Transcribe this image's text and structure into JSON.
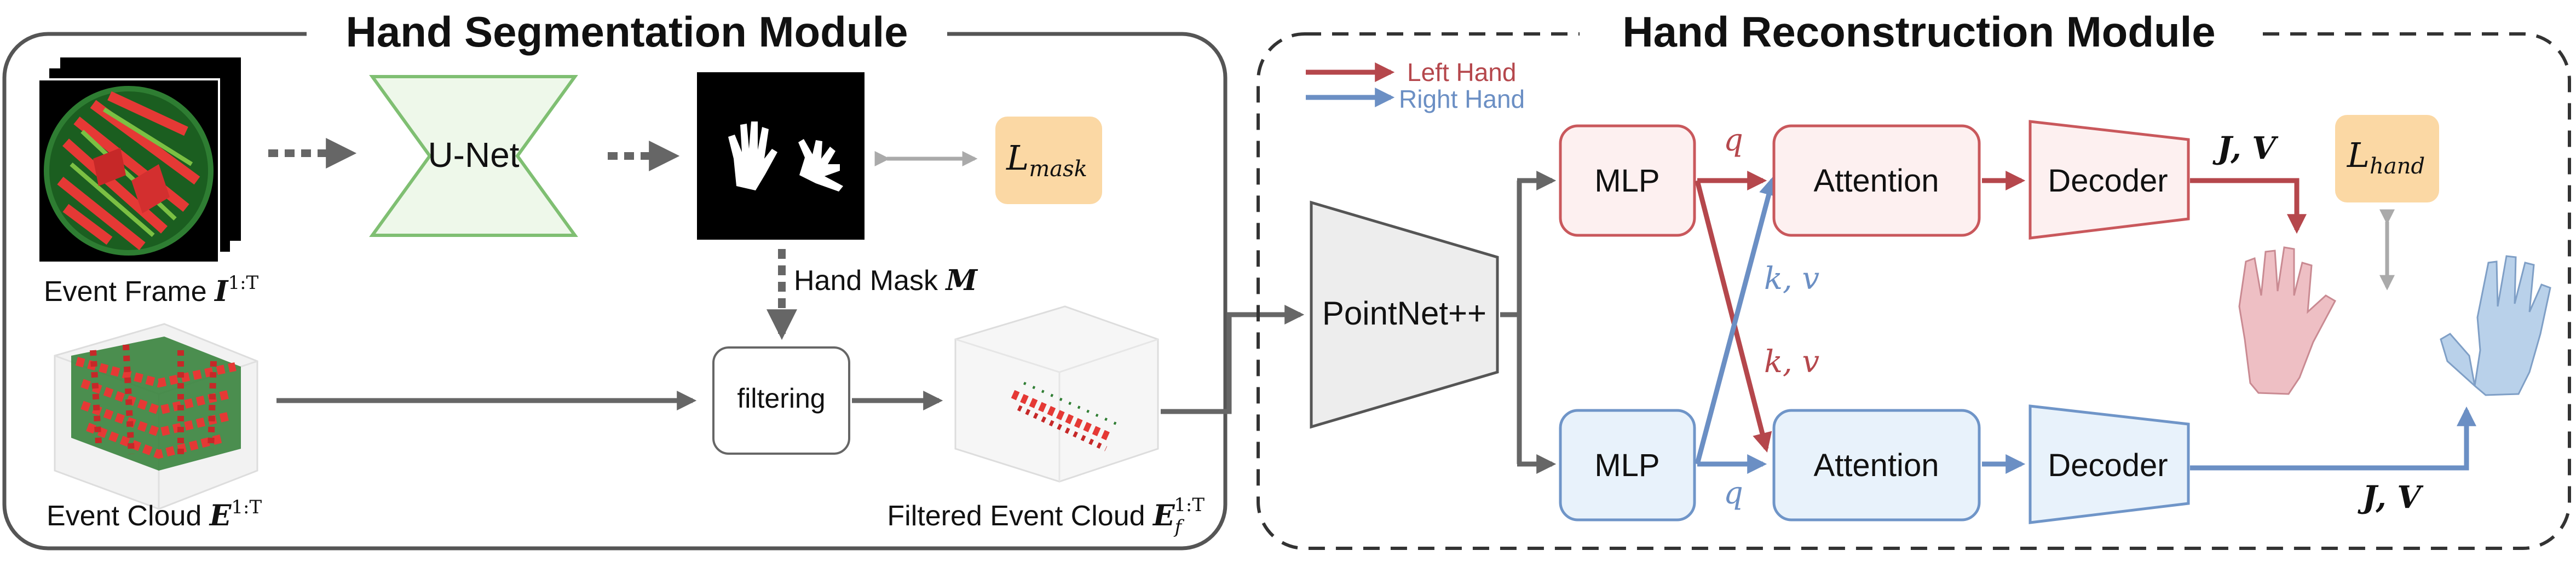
{
  "colors": {
    "left_hand": "#b5474c",
    "right_hand": "#6b8fc4",
    "unet_border": "#7fbf72",
    "unet_fill": "#eef8ea",
    "mlp_left_border": "#c9585c",
    "mlp_left_fill": "#fdf0f0",
    "mlp_right_border": "#6f95c8",
    "mlp_right_fill": "#e8f2fb",
    "loss_fill": "#fbd8a4",
    "gray_arrow": "#666666",
    "pointnet_fill": "#ededed"
  },
  "segmentation": {
    "title": "Hand Segmentation Module",
    "unet_label": "U-Net",
    "loss_mask": {
      "symbol": "L",
      "subscript": "mask"
    },
    "event_frame_label": "Event Frame",
    "event_frame_math": {
      "base": "I",
      "sup": "1:T"
    },
    "hand_mask_label": "Hand Mask",
    "hand_mask_math": "M",
    "filtering_label": "filtering",
    "event_cloud_label": "Event Cloud",
    "event_cloud_math": {
      "base": "E",
      "sup": "1:T"
    },
    "filtered_label": "Filtered Event Cloud",
    "filtered_math": {
      "base": "E",
      "sub": "f",
      "sup": "1:T"
    }
  },
  "reconstruction": {
    "title": "Hand Reconstruction Module",
    "legend": [
      {
        "label": "Left Hand",
        "color_key": "left_hand"
      },
      {
        "label": "Right Hand",
        "color_key": "right_hand"
      }
    ],
    "pointnet_label": "PointNet++",
    "mlp_label": "MLP",
    "attention_label": "Attention",
    "decoder_label": "Decoder",
    "q": "q",
    "kv": "k, v",
    "jv": "J, V",
    "loss_hand": {
      "symbol": "L",
      "subscript": "hand"
    }
  }
}
